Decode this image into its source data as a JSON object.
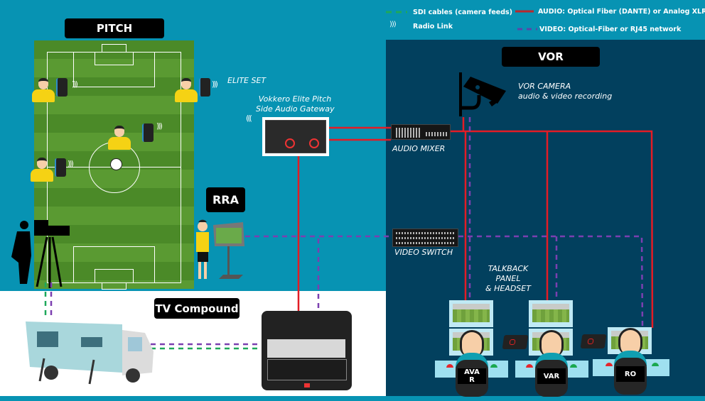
{
  "legend": {
    "sdi": {
      "label": "SDI cables (camera feeds)",
      "color": "#1ea85a",
      "style": "dashed"
    },
    "radio": {
      "label": "Radio Link",
      "icon": "radio-waves-icon"
    },
    "audio": {
      "label": "AUDIO: Optical Fiber (DANTE) or Analog XLR",
      "color": "#e31c25",
      "style": "solid"
    },
    "video": {
      "label": "VIDEO: Optical-Fiber or RJ45 network",
      "color": "#7b3fb0",
      "style": "dashed"
    }
  },
  "zones": {
    "pitch": "PITCH",
    "rra": "RRA",
    "vor": "VOR",
    "tv_compound": "TV Compound"
  },
  "captions": {
    "elite_set": "ELITE SET",
    "gateway_line1": "Vokkero Elite Pitch",
    "gateway_line2": "Side Audio Gateway",
    "audio_mixer": "AUDIO MIXER",
    "video_switch": "VIDEO SWITCH",
    "vor_camera_line1": "VOR CAMERA",
    "vor_camera_line2": "audio & video recording",
    "talkback_line1": "TALKBACK",
    "talkback_line2": "PANEL",
    "talkback_line3": "& HEADSET"
  },
  "operators": [
    {
      "tag_line1": "AVA",
      "tag_line2": "R"
    },
    {
      "tag_line1": "VAR",
      "tag_line2": ""
    },
    {
      "tag_line1": "RO",
      "tag_line2": ""
    }
  ],
  "colors": {
    "background_teal": "#0793b3",
    "vor_navy": "#02405e",
    "audio_red": "#e31c25",
    "video_purple": "#7b3fb0",
    "sdi_green": "#1ea85a"
  }
}
